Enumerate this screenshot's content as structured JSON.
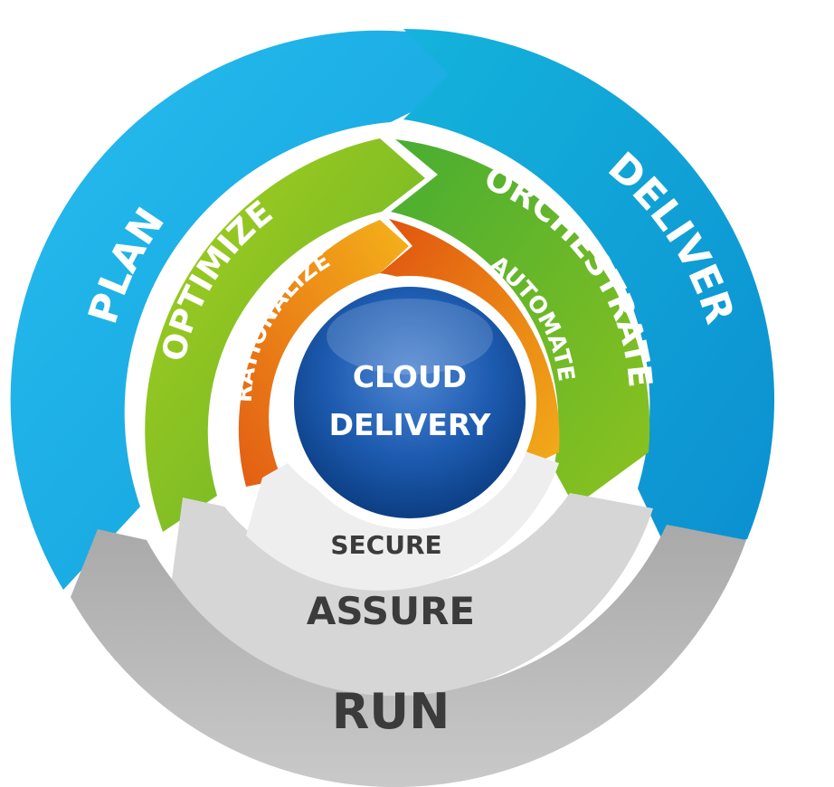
{
  "diagram": {
    "center": {
      "line1": "CLOUD",
      "line2": "DELIVERY"
    },
    "rings": {
      "outer": {
        "left": "PLAN",
        "right": "DELIVER",
        "bottom": "RUN"
      },
      "middle": {
        "left": "OPTIMIZE",
        "right": "ORCHESTRATE",
        "bottom": "ASSURE"
      },
      "inner": {
        "left": "RATIONALIZE",
        "right": "AUTOMATE",
        "bottom": "SECURE"
      }
    },
    "colors": {
      "plan": "#17aee6",
      "deliver": "#0f9fd8",
      "optimize": "#8cc21f",
      "orchestrate": "#52b02d",
      "rationalize": "#f0a419",
      "automate": "#e8731a",
      "gray_outer": "#bcbcbc",
      "gray_middle": "#d4d4d4",
      "gray_inner": "#ececec",
      "center": "#0d4fa1",
      "gray_text": "#3b3b3b"
    }
  }
}
